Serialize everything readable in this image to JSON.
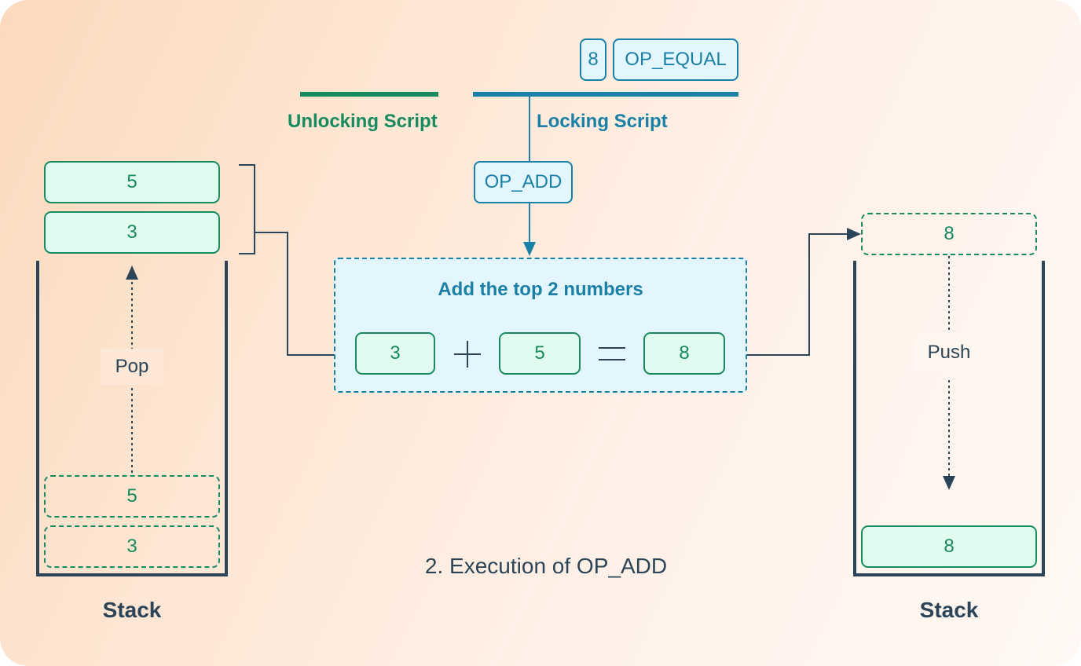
{
  "script": {
    "unlocking_label": "Unlocking Script",
    "locking_label": "Locking Script",
    "tokens": [
      "8",
      "OP_EQUAL"
    ],
    "current_op": "OP_ADD"
  },
  "operation": {
    "title": "Add the top 2 numbers",
    "operand_a": "3",
    "operand_b": "5",
    "result": "8"
  },
  "left_stack": {
    "popped": [
      "5",
      "3"
    ],
    "ghosts": [
      "5",
      "3"
    ],
    "action": "Pop",
    "label": "Stack"
  },
  "right_stack": {
    "incoming": "8",
    "items": [
      "8"
    ],
    "action": "Push",
    "label": "Stack"
  },
  "caption": "2. Execution of OP_ADD",
  "colors": {
    "green": "#178a5e",
    "blue": "#1a80a6",
    "dark": "#2b4457",
    "green_fill": "#e1fbf1",
    "blue_fill": "#e3f6fd"
  }
}
